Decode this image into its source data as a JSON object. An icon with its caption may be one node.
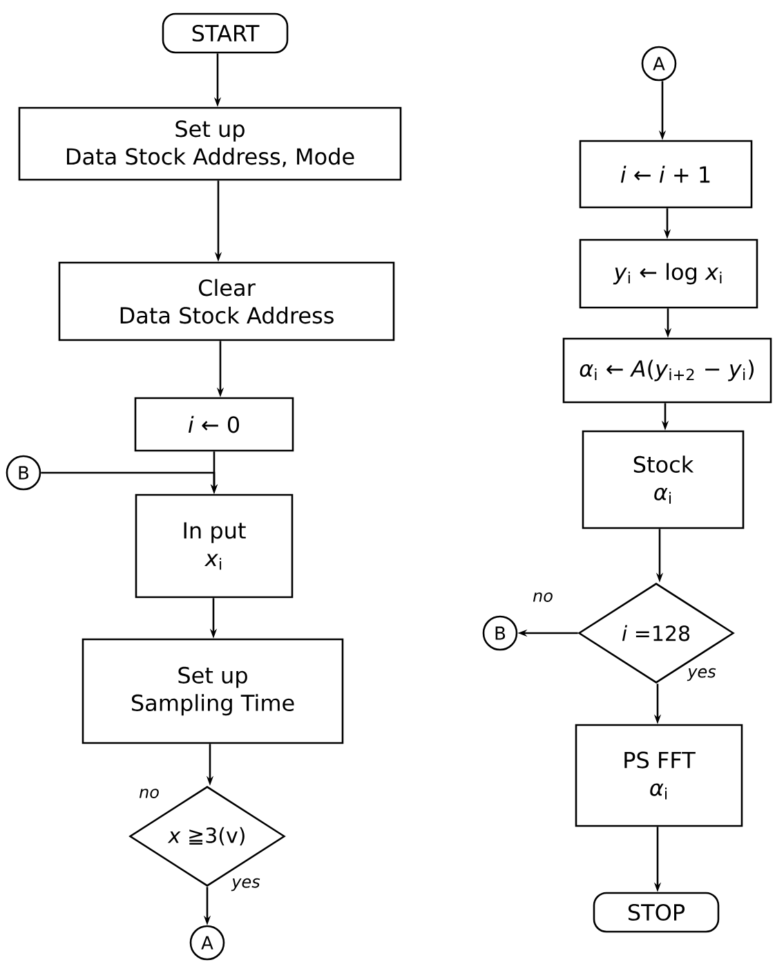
{
  "diagram": {
    "nodes": [
      {
        "text": [
          "START"
        ]
      },
      {
        "text": [
          "Set up",
          "Data Stock Address, Mode"
        ]
      },
      {
        "text": [
          "Clear",
          "Data Stock Address"
        ]
      },
      {
        "text": [
          "*i* ← 0"
        ]
      },
      {
        "text": [
          "B"
        ]
      },
      {
        "text": [
          "In put",
          "*x*$_{i}$"
        ]
      },
      {
        "text": [
          "Set up",
          "Sampling Time"
        ]
      },
      {
        "text": [
          "*x* ≧3(v)"
        ]
      },
      {
        "text": [
          "A"
        ]
      },
      {
        "text": [
          "A"
        ]
      },
      {
        "text": [
          "*i* ← *i* + 1"
        ]
      },
      {
        "text": [
          "*y*$_{i}$ ← log *x*$_{i}$"
        ]
      },
      {
        "text": [
          "*α*$_{i}$ ← *A*(*y*$_{i+2}$ − *y*$_{i}$)"
        ]
      },
      {
        "text": [
          "Stock",
          "*α*$_{i}$"
        ]
      },
      {
        "text": [
          "*i* =128"
        ]
      },
      {
        "text": [
          "B"
        ]
      },
      {
        "text": [
          "PS FFT",
          "*α*$_{i}$"
        ]
      },
      {
        "text": [
          "STOP"
        ]
      }
    ],
    "edges": [
      {
        "from": 0,
        "to": 1,
        "arrow": "to"
      },
      {
        "from": 1,
        "to": 2,
        "arrow": "to"
      },
      {
        "from": 2,
        "to": 3,
        "arrow": "to"
      },
      {
        "from": 3,
        "to": 5,
        "arrow": "to"
      },
      {
        "from": 4,
        "to": 5,
        "arrow": "to"
      },
      {
        "from": 5,
        "to": 6,
        "arrow": "to"
      },
      {
        "from": 6,
        "to": 7,
        "arrow": "to"
      },
      {
        "from": 7,
        "to": 8,
        "arrow": "to",
        "label": "yes"
      },
      {
        "from": 9,
        "to": 10,
        "arrow": "to"
      },
      {
        "from": 10,
        "to": 11,
        "arrow": "to"
      },
      {
        "from": 11,
        "to": 12,
        "arrow": "to"
      },
      {
        "from": 12,
        "to": 13,
        "arrow": "to"
      },
      {
        "from": 13,
        "to": 14,
        "arrow": "to"
      },
      {
        "from": 14,
        "to": 15,
        "arrow": "to",
        "label": "no"
      },
      {
        "from": 14,
        "to": 16,
        "arrow": "to",
        "label": "yes"
      },
      {
        "from": 16,
        "to": 17,
        "arrow": "to"
      }
    ],
    "labels": [
      "no"
    ]
  }
}
